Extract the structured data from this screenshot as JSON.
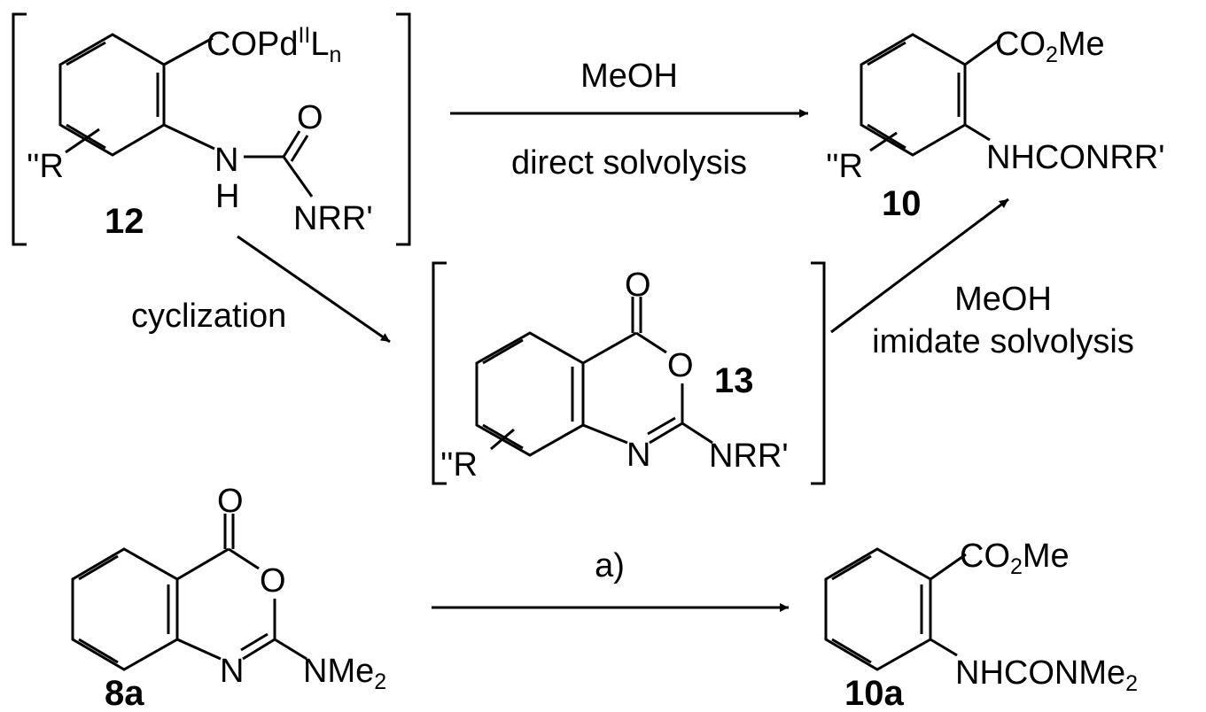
{
  "labels": {
    "c12_copd_a": "COPd",
    "c12_copd_sup": "II",
    "c12_copd_b": "L",
    "c12_copd_sub": "n",
    "c12_r": "''R",
    "c12_n": "N",
    "c12_h": "H",
    "c12_o": "O",
    "c12_nrr": "NRR'",
    "c12_num": "12",
    "c10_co2me_a": "CO",
    "c10_co2me_sub": "2",
    "c10_co2me_b": "Me",
    "c10_r": "''R",
    "c10_nh": "NHCONRR'",
    "c10_num": "10",
    "c13_o_top": "O",
    "c13_o_ring": "O",
    "c13_n": "N",
    "c13_nrr": "NRR'",
    "c13_r": "''R",
    "c13_num": "13",
    "c8a_o_top": "O",
    "c8a_o_ring": "O",
    "c8a_n": "N",
    "c8a_nme2_a": "NMe",
    "c8a_nme2_sub": "2",
    "c8a_num": "8a",
    "c10a_co2me_a": "CO",
    "c10a_co2me_sub": "2",
    "c10a_co2me_b": "Me",
    "c10a_nh_a": "NHCONMe",
    "c10a_nh_sub": "2",
    "c10a_num": "10a"
  },
  "arrows": {
    "direct_top": "MeOH",
    "direct_bottom": "direct solvolysis",
    "cyclization": "cyclization",
    "imidate_top": "MeOH",
    "imidate_bottom": "imidate solvolysis",
    "bottom": "a)"
  },
  "colors": {
    "ink": "#000000",
    "background": "#ffffff"
  }
}
